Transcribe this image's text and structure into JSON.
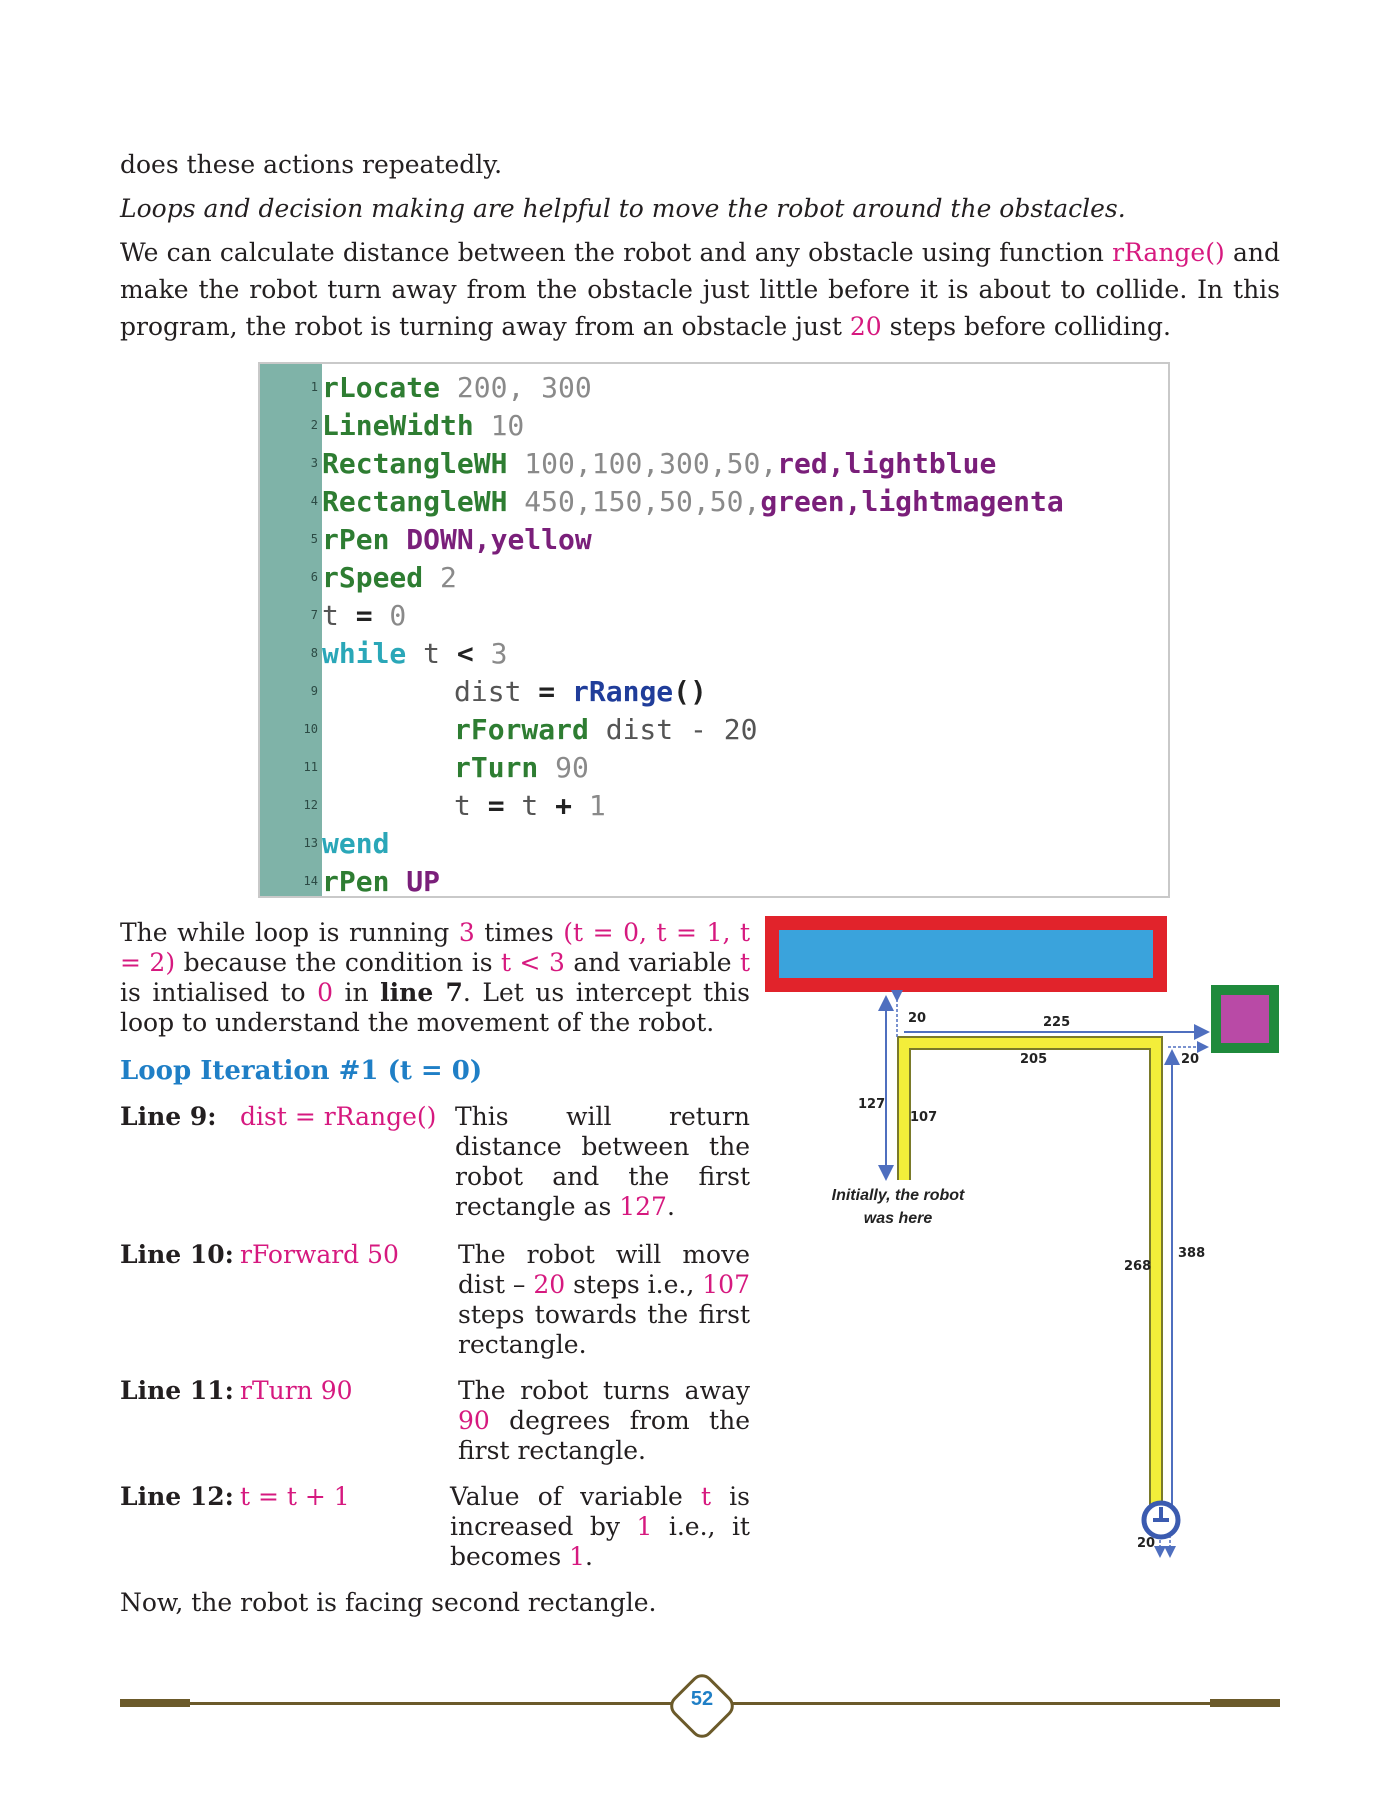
{
  "intro": {
    "line1": "does these actions repeatedly.",
    "line2": "Loops and decision making are helpful to move the robot around the obstacles.",
    "para3_a": "We can calculate distance between the robot and any obstacle using function ",
    "para3_fn": "rRange()",
    "para3_b": " and make the robot turn away from the obstacle just little before it is about to collide. In this program, the robot is turning away from an obstacle just ",
    "para3_num": "20",
    "para3_c": " steps before colliding."
  },
  "code": {
    "line_numbers": [
      "1",
      "2",
      "3",
      "4",
      "5",
      "6",
      "7",
      "8",
      "9",
      "10",
      "11",
      "12",
      "13",
      "14"
    ],
    "l1_kw": "rLocate",
    "l1_args": " 200, 300",
    "l2_kw": "LineWidth",
    "l2_args": " 10",
    "l3_kw": "RectangleWH",
    "l3_args": " 100,100,300,50,",
    "l3_c1": "red",
    "l3_sep": ",",
    "l3_c2": "lightblue",
    "l4_kw": "RectangleWH",
    "l4_args": " 450,150,50,50,",
    "l4_c1": "green",
    "l4_sep": ",",
    "l4_c2": "lightmagenta",
    "l5_kw": "rPen",
    "l5_args": " DOWN,",
    "l5_c": "yellow",
    "l6_kw": "rSpeed",
    "l6_args": " 2",
    "l7_a": "t ",
    "l7_op": "=",
    "l7_b": " 0",
    "l8_kw": "while",
    "l8_a": " t ",
    "l8_op": "<",
    "l8_b": " 3",
    "l9_a": "dist ",
    "l9_op": "=",
    "l9_fn": " rRange",
    "l9_paren": "()",
    "l10_fn": "rForward",
    "l10_a": " dist - 20",
    "l11_fn": "rTurn",
    "l11_a": " 90",
    "l12_a": "t ",
    "l12_op": "=",
    "l12_b": " t ",
    "l12_plus": "+",
    "l12_c": " 1",
    "l13_kw": "wend",
    "l14_kw": "rPen",
    "l14_args": " UP"
  },
  "explain": {
    "p_a": "The while loop is running ",
    "p_n3": "3",
    "p_b": " times ",
    "p_iter": "(t = 0, t = 1, t = 2)",
    "p_c": " because the condition is ",
    "p_cond": "t < 3",
    "p_d": " and variable ",
    "p_t": "t",
    "p_e": " is intialised to ",
    "p_zero": "0",
    "p_f": " in ",
    "p_line7": "line 7",
    "p_g": ". Let us intercept this loop to understand the movement of the robot."
  },
  "iteration_heading": "Loop Iteration #1 (t = 0)",
  "rows": [
    {
      "label": "Line 9:",
      "code": "dist = rRange()",
      "desc_a": "This will return distance between the robot and the first rectangle as ",
      "desc_num": "127",
      "desc_b": "."
    },
    {
      "label": "Line 10:",
      "code": "rForward 50",
      "desc_a": "The robot will move dist – ",
      "desc_num": "20",
      "desc_b": " steps i.e., ",
      "desc_num2": "107",
      "desc_c": " steps towards the first rectangle."
    },
    {
      "label": "Line 11:",
      "code": "rTurn 90",
      "desc_a": "The robot turns away ",
      "desc_num": "90",
      "desc_b": " degrees from the first rectangle."
    },
    {
      "label": "Line 12:",
      "code": "t = t + 1",
      "desc_a": "Value of variable ",
      "desc_num": "t",
      "desc_b": " is increased by ",
      "desc_num2": "1",
      "desc_c": " i.e., it becomes ",
      "desc_num3": "1",
      "desc_d": "."
    }
  ],
  "closing": "Now, the robot is facing second rectangle.",
  "diagram": {
    "labels": {
      "d20_top": "20",
      "d225": "225",
      "d205": "205",
      "d20_right": "20",
      "d127": "127",
      "d107": "107",
      "d268": "268",
      "d388": "388",
      "d20_bottom": "20"
    },
    "caption_1": "Initially, the robot",
    "caption_2": "was here",
    "colors": {
      "rect1_border": "#e1232b",
      "rect1_fill": "#3aa3dc",
      "rect2_border": "#1f8a3c",
      "rect2_fill": "#b94aa6",
      "path": "#f3ee3a",
      "arrows": "#4f6fbf"
    }
  },
  "page_number": "52"
}
